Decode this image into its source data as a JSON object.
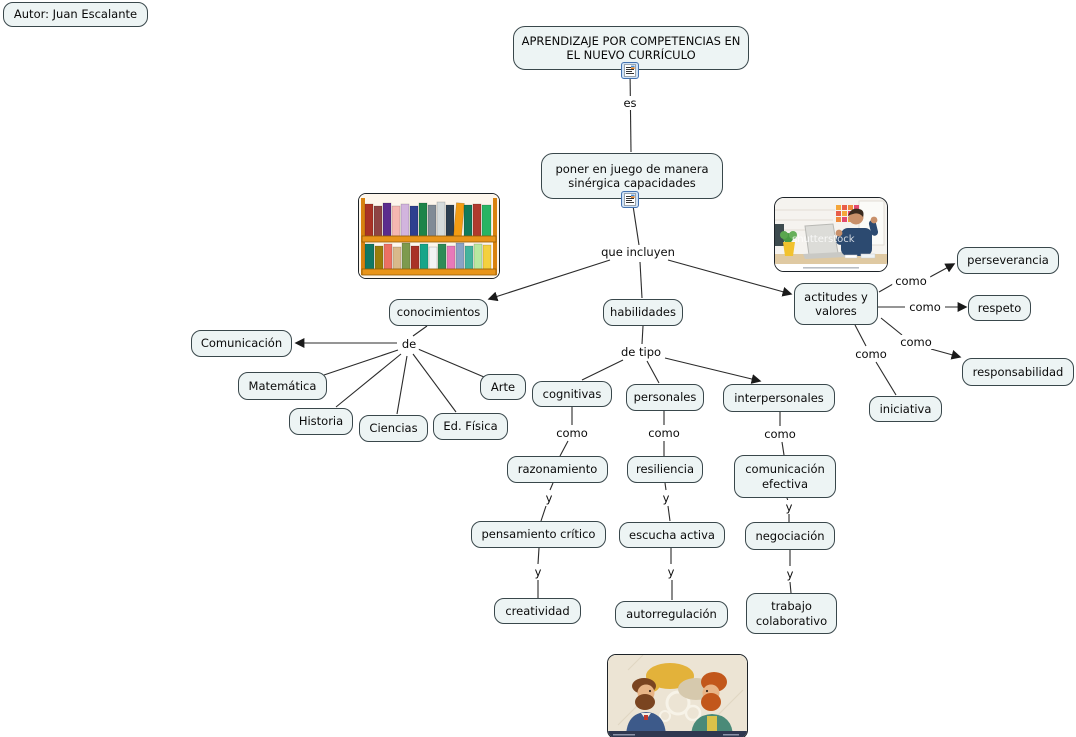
{
  "author": {
    "label": "Autor: Juan Escalante"
  },
  "concepts": {
    "title": "APRENDIZAJE POR COMPETENCIAS EN EL NUEVO CURRÍCULO",
    "poner": "poner en juego de manera sinérgica capacidades",
    "conocimientos": "conocimientos",
    "comunicacion": "Comunicación",
    "matematica": "Matemática",
    "historia": "Historia",
    "ciencias": "Ciencias",
    "ed_fisica": "Ed. Física",
    "arte": "Arte",
    "habilidades": "habilidades",
    "cognitivas": "cognitivas",
    "personales": "personales",
    "interpersonales": "interpersonales",
    "razonamiento": "razonamiento",
    "pensamiento_critico": "pensamiento crítico",
    "creatividad": "creatividad",
    "resiliencia": "resiliencia",
    "escucha_activa": "escucha activa",
    "autorregulacion": "autorregulación",
    "comunicacion_efectiva": "comunicación efectiva",
    "negociacion": "negociación",
    "trabajo_colaborativo": "trabajo colaborativo",
    "actitudes_valores": "actitudes y valores",
    "perseverancia": "perseverancia",
    "respeto": "respeto",
    "responsabilidad": "responsabilidad",
    "iniciativa": "iniciativa"
  },
  "linking": {
    "es": "es",
    "que_incluyen": "que incluyen",
    "de": "de",
    "de_tipo": "de tipo",
    "como": "como",
    "y": "y"
  },
  "icons": {
    "resource": "document-resource-icon"
  },
  "images": {
    "bookshelf": "bookshelf-with-colorful-books",
    "office": "man-celebrating-at-laptop-photo",
    "office_watermark": "shutterstock",
    "conversation": "two-men-talking-illustration"
  },
  "colors": {
    "node_fill": "#edf4f4",
    "node_border": "#39474b",
    "line": "#2b2b2b",
    "background": "#ffffff"
  }
}
